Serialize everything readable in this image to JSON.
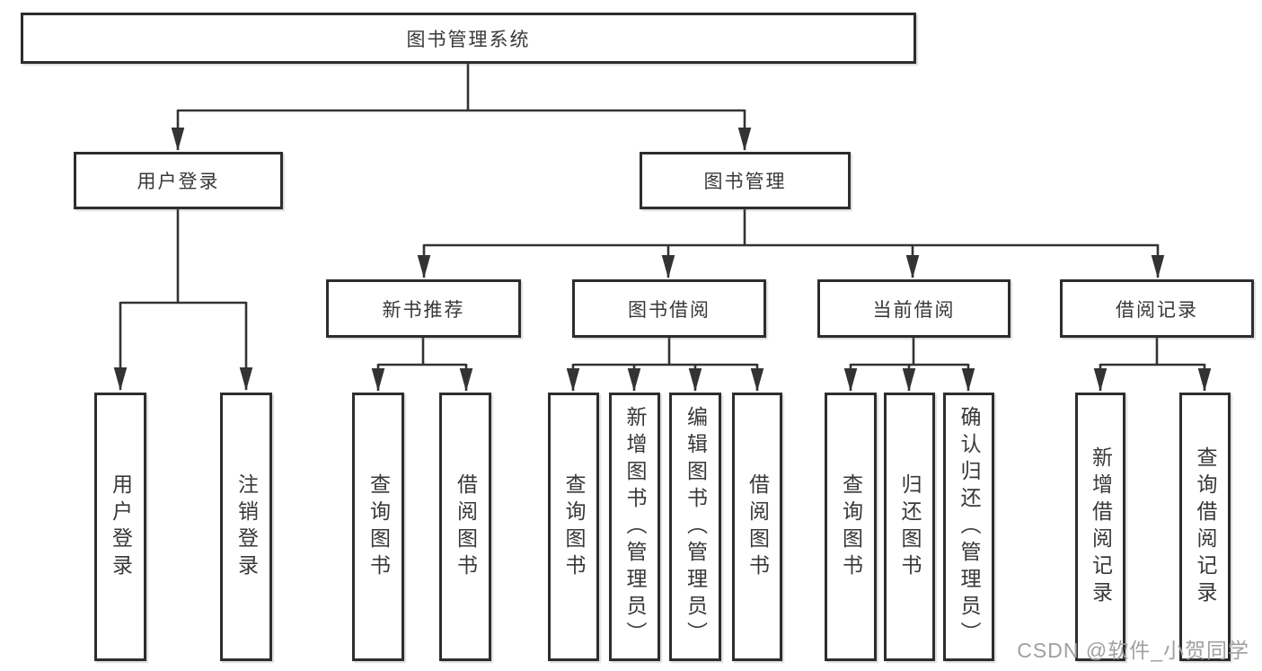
{
  "diagram": {
    "type": "hierarchy-tree",
    "colors": {
      "background": "#ffffff",
      "box_border": "#2d2d2d",
      "connector_line": "#333333",
      "text": "#383838",
      "watermark_text": "#a0a0a0"
    },
    "tree": {
      "label": "图书管理系统",
      "children": [
        {
          "label": "用户登录",
          "children": [
            {
              "label": "用户登录"
            },
            {
              "label": "注销登录"
            }
          ]
        },
        {
          "label": "图书管理",
          "children": [
            {
              "label": "新书推荐",
              "children": [
                {
                  "label": "查询图书"
                },
                {
                  "label": "借阅图书"
                }
              ]
            },
            {
              "label": "图书借阅",
              "children": [
                {
                  "label": "查询图书"
                },
                {
                  "label": "新增图书（管理员）"
                },
                {
                  "label": "编辑图书（管理员）"
                },
                {
                  "label": "借阅图书"
                }
              ]
            },
            {
              "label": "当前借阅",
              "children": [
                {
                  "label": "查询图书"
                },
                {
                  "label": "归还图书"
                },
                {
                  "label": "确认归还（管理员）"
                }
              ]
            },
            {
              "label": "借阅记录",
              "children": [
                {
                  "label": "新增借阅记录"
                },
                {
                  "label": "查询借阅记录"
                }
              ]
            }
          ]
        }
      ]
    },
    "watermark": {
      "text": "CSDN @软件_小贺同学"
    }
  }
}
